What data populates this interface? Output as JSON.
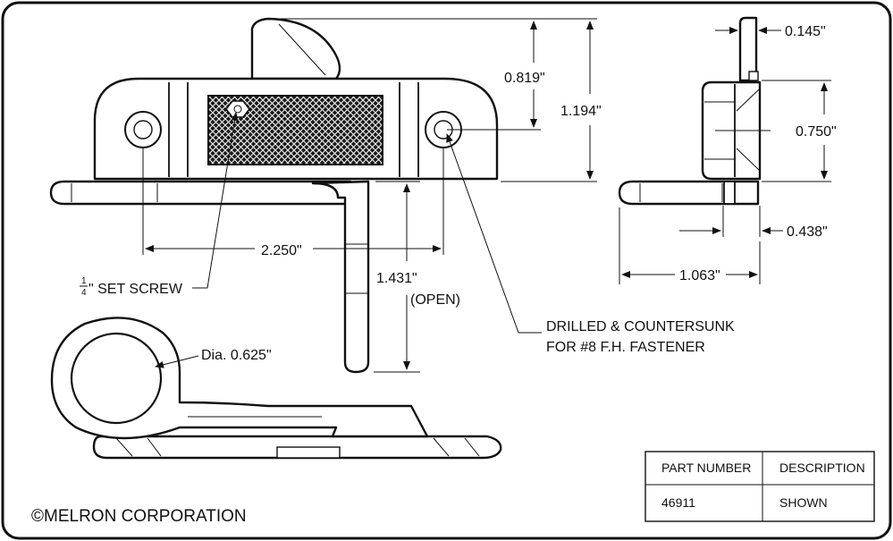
{
  "copyright": "©MELRON CORPORATION",
  "dimensions": {
    "d_0819": "0.819\"",
    "d_1194": "1.194\"",
    "d_2250": "2.250\"",
    "d_1431": "1.431\"",
    "open": "(OPEN)",
    "d_0145": "0.145\"",
    "d_0750": "0.750\"",
    "d_0438": "0.438\"",
    "d_1063": "1.063\"",
    "dia": "Dia. 0.625\""
  },
  "labels": {
    "set_screw_num": "1",
    "set_screw_den": "4",
    "set_screw": "\" SET SCREW",
    "drilled_line1": "DRILLED & COUNTERSUNK",
    "drilled_line2": "FOR #8 F.H. FASTENER"
  },
  "table": {
    "headers": [
      "PART NUMBER",
      "DESCRIPTION"
    ],
    "rows": [
      [
        "46911",
        "SHOWN"
      ]
    ]
  }
}
